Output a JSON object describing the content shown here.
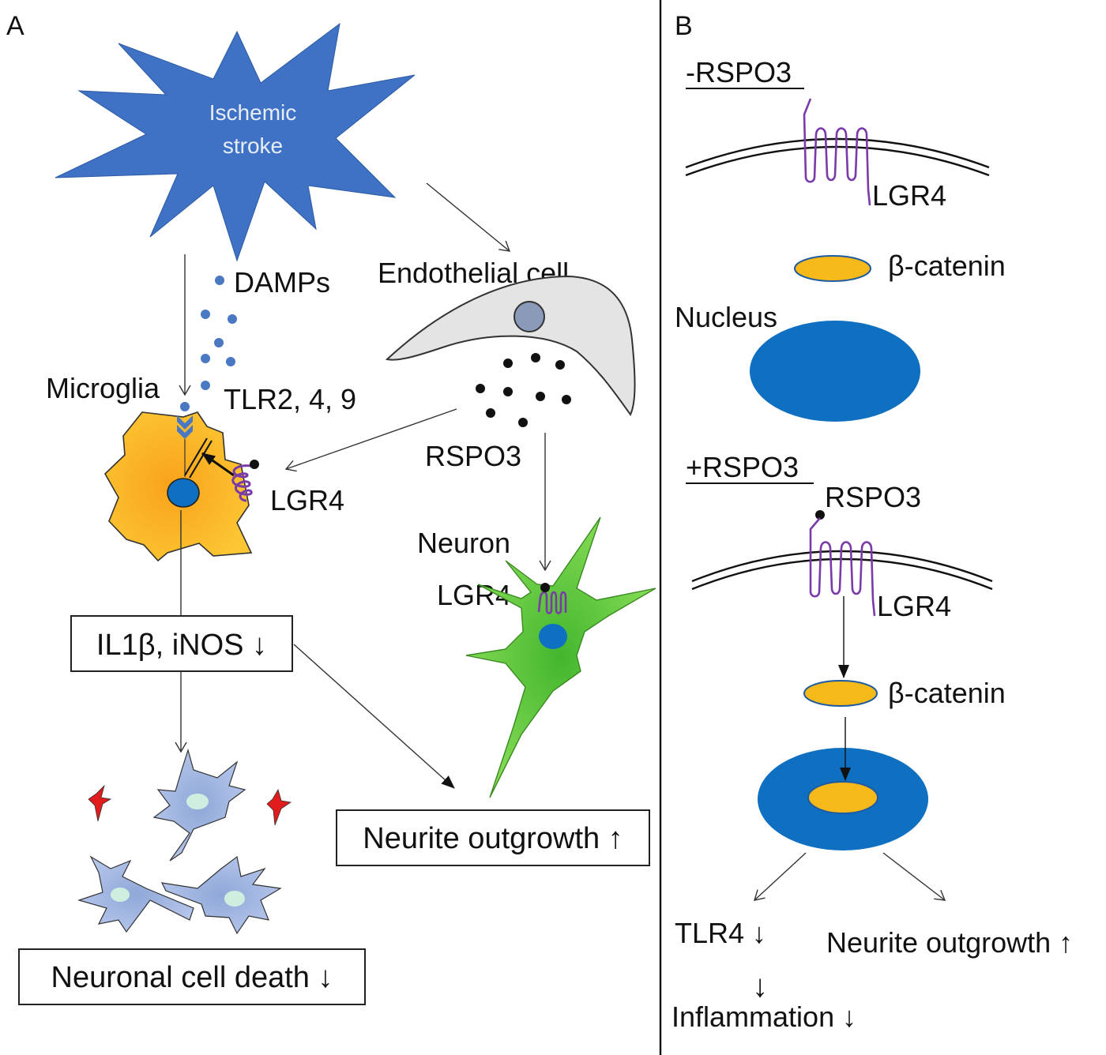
{
  "panel_a": {
    "label": "A",
    "stroke_label_line1": "Ischemic",
    "stroke_label_line2": "stroke",
    "damps": "DAMPs",
    "endothelial": "Endothelial cell",
    "microglia": "Microglia",
    "tlr": "TLR2, 4, 9",
    "rspo3": "RSPO3",
    "lgr4_microglia": "LGR4",
    "neuron": "Neuron",
    "lgr4_neuron": "LGR4",
    "il1b_box": "IL1β, iNOS ↓",
    "neurite_box": "Neurite outgrowth ↑",
    "death_box": "Neuronal cell death ↓"
  },
  "panel_b": {
    "label": "B",
    "minus_title": "-RSPO3",
    "lgr4_top": "LGR4",
    "bcat_top": "β-catenin",
    "nucleus": "Nucleus",
    "plus_title": "+RSPO3",
    "rspo3": "RSPO3",
    "lgr4_bottom": "LGR4",
    "bcat_bottom": "β-catenin",
    "tlr4": "TLR4 ↓",
    "neurite": "Neurite outgrowth ↑",
    "inflammation": "Inflammation ↓"
  },
  "colors": {
    "stroke_star": "#3f72c4",
    "microglia": "#f5b31d",
    "nucleus": "#0f6fc1",
    "beta_catenin": "#f6b91a",
    "receptor": "#7a3aa8",
    "neuron_green": "#6ccf3f",
    "endothelial": "#e4e4e4"
  }
}
